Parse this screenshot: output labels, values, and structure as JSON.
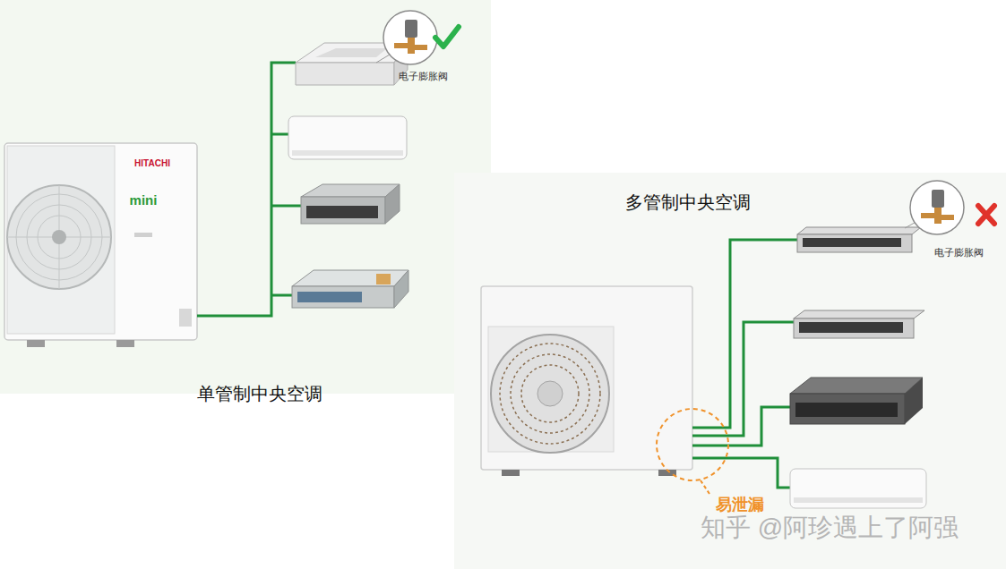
{
  "diagram": {
    "labels": [
      "电子膨胀阀",
      "单管制中央空调",
      "多管制中央空调",
      "电子膨胀阀",
      "易泄漏",
      "HITACHI",
      "mini",
      "知乎 @阿珍遇上了阿强"
    ]
  }
}
